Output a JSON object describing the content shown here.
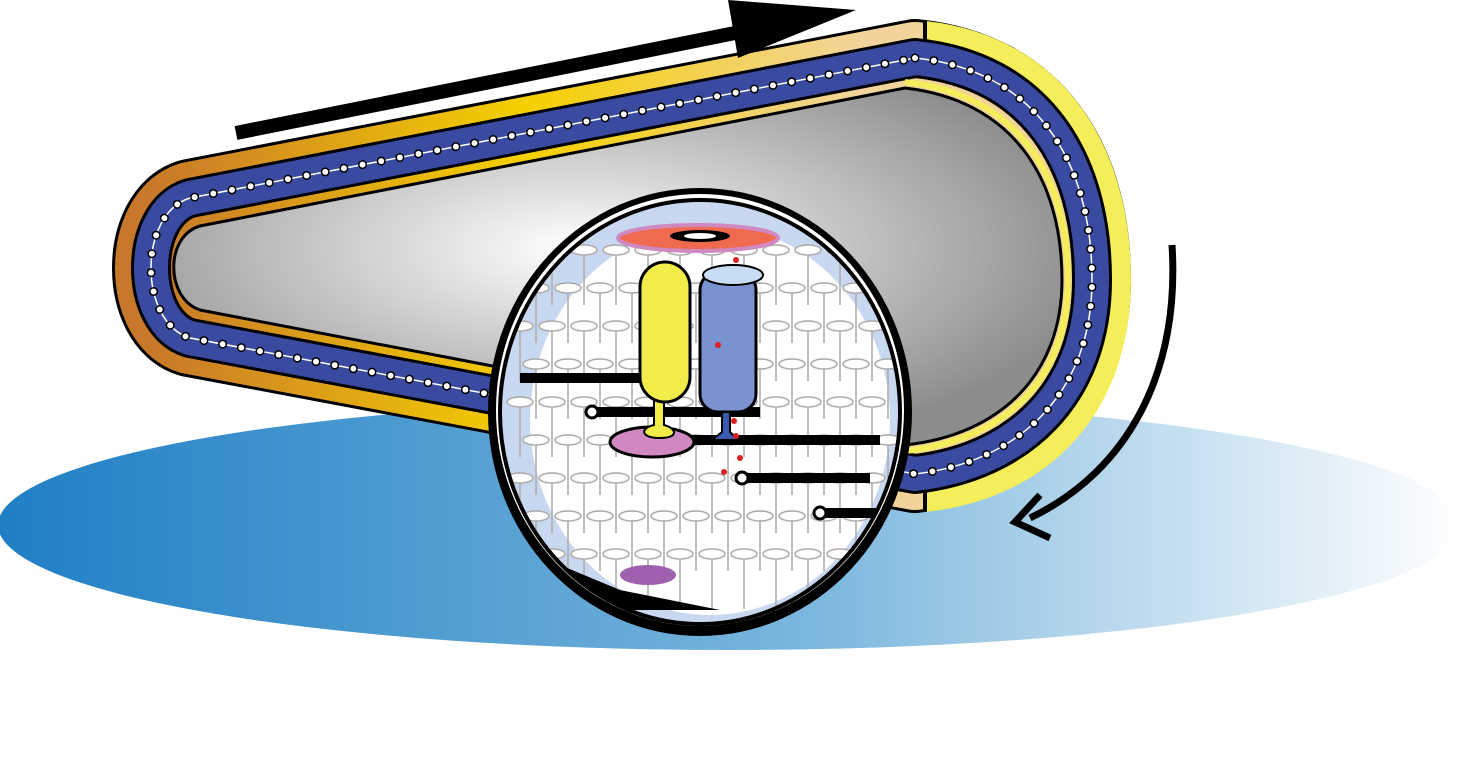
{
  "colors": {
    "ground_left": "#1f7fc4",
    "ground_right": "#ffffff",
    "belt_orange": "#c8782a",
    "belt_yellow": "#f5d000",
    "belt_tan": "#f2d49a",
    "cap_yellow": "#f4ee5a",
    "band_blue": "#3a4aa0",
    "interior_gray": "#8c8c8c",
    "protein_yellow": "#f2ec4a",
    "protein_blue": "#7a92d0",
    "disc_red": "#f06a50",
    "disc_pink": "#d088c0",
    "ion_red": "#e02020"
  },
  "icons": [
    "direction-arrow-top",
    "rotation-arrow-right",
    "magnifier-lens"
  ]
}
